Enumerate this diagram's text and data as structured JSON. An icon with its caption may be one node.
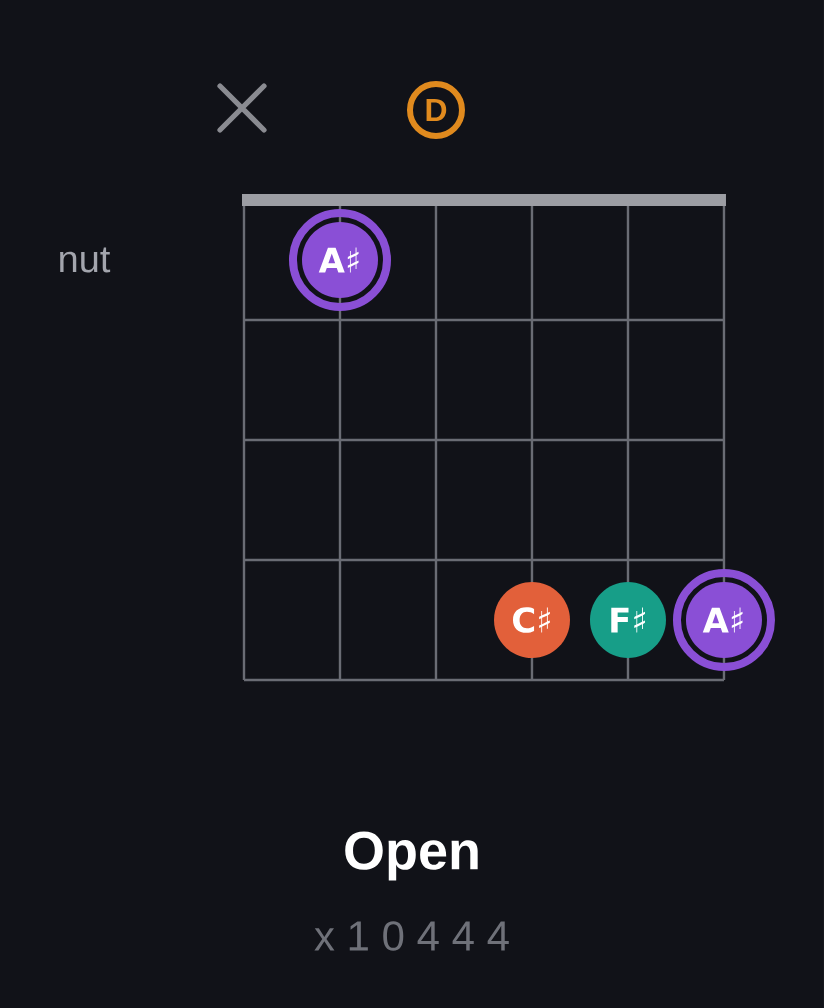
{
  "diagram": {
    "title": "Open",
    "nodes": [
      {
        "text": [
          "D"
        ]
      },
      {
        "text": [
          "A♯"
        ]
      },
      {
        "text": [
          "C♯"
        ]
      },
      {
        "text": [
          "F♯"
        ]
      },
      {
        "text": [
          "A♯"
        ]
      }
    ],
    "labels": [
      "nut",
      "x 1 0 4 4 4"
    ]
  }
}
